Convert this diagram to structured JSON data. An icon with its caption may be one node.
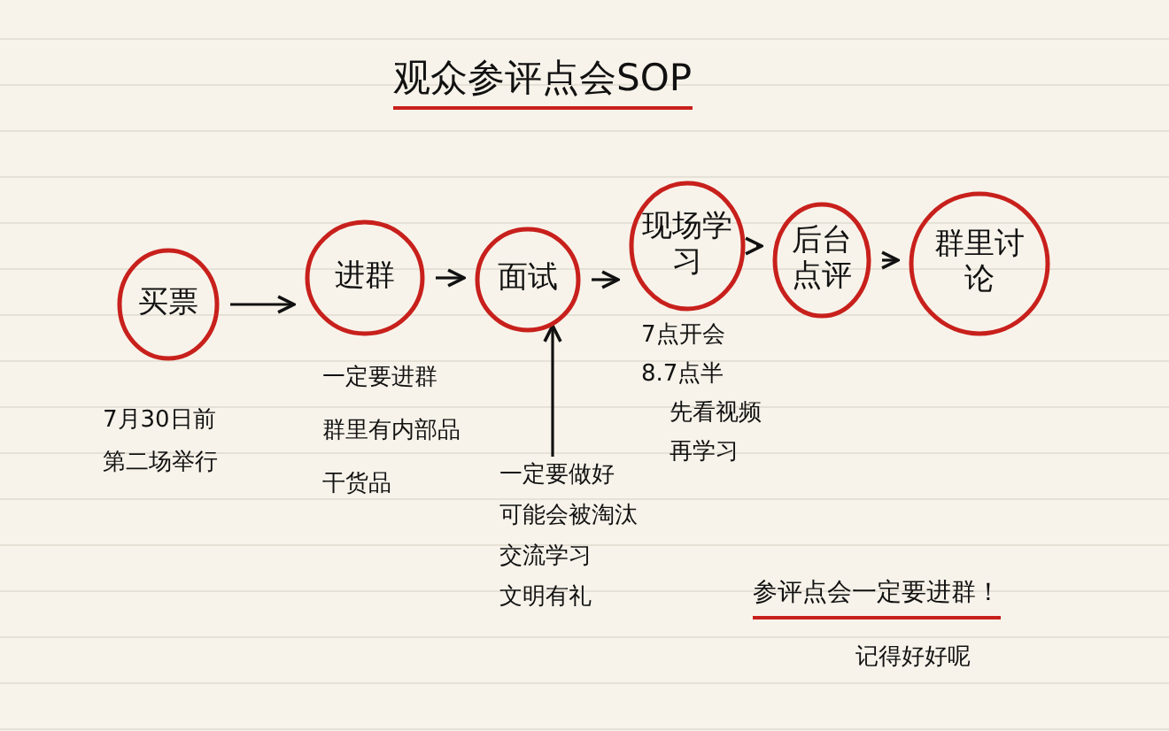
{
  "diagram": {
    "title": "观众参评点会SOP",
    "nodes": [
      {
        "text": [
          "买票"
        ],
        "beside": [
          "7月30日前",
          "第二场举行"
        ]
      },
      {
        "text": [
          "进群"
        ],
        "beside": [
          "一定要进群",
          "群里有内部品",
          "干货品"
        ]
      },
      {
        "text": [
          "面试"
        ]
      },
      {
        "text": [
          "现场学习"
        ],
        "beside": [
          "7点开会",
          "8.7点半",
          "先看视频",
          "再学习"
        ]
      },
      {
        "text": [
          "后台点评"
        ]
      },
      {
        "text": [
          "群里讨论"
        ]
      },
      {
        "text": [
          "一定要做好",
          "可能会被淘汰",
          "交流学习",
          "文明有礼"
        ]
      }
    ],
    "edges": [
      {
        "from": 0,
        "to": 1,
        "arrow": "to"
      },
      {
        "from": 1,
        "to": 2,
        "arrow": "to"
      },
      {
        "from": 2,
        "to": 3,
        "arrow": "to"
      },
      {
        "from": 3,
        "to": 4,
        "arrow": "to"
      },
      {
        "from": 4,
        "to": 5,
        "arrow": "to"
      },
      {
        "from": 6,
        "to": 2,
        "arrow": "to"
      }
    ],
    "labels": [
      "参评点会一定要进群！",
      "记得好好呢"
    ]
  }
}
